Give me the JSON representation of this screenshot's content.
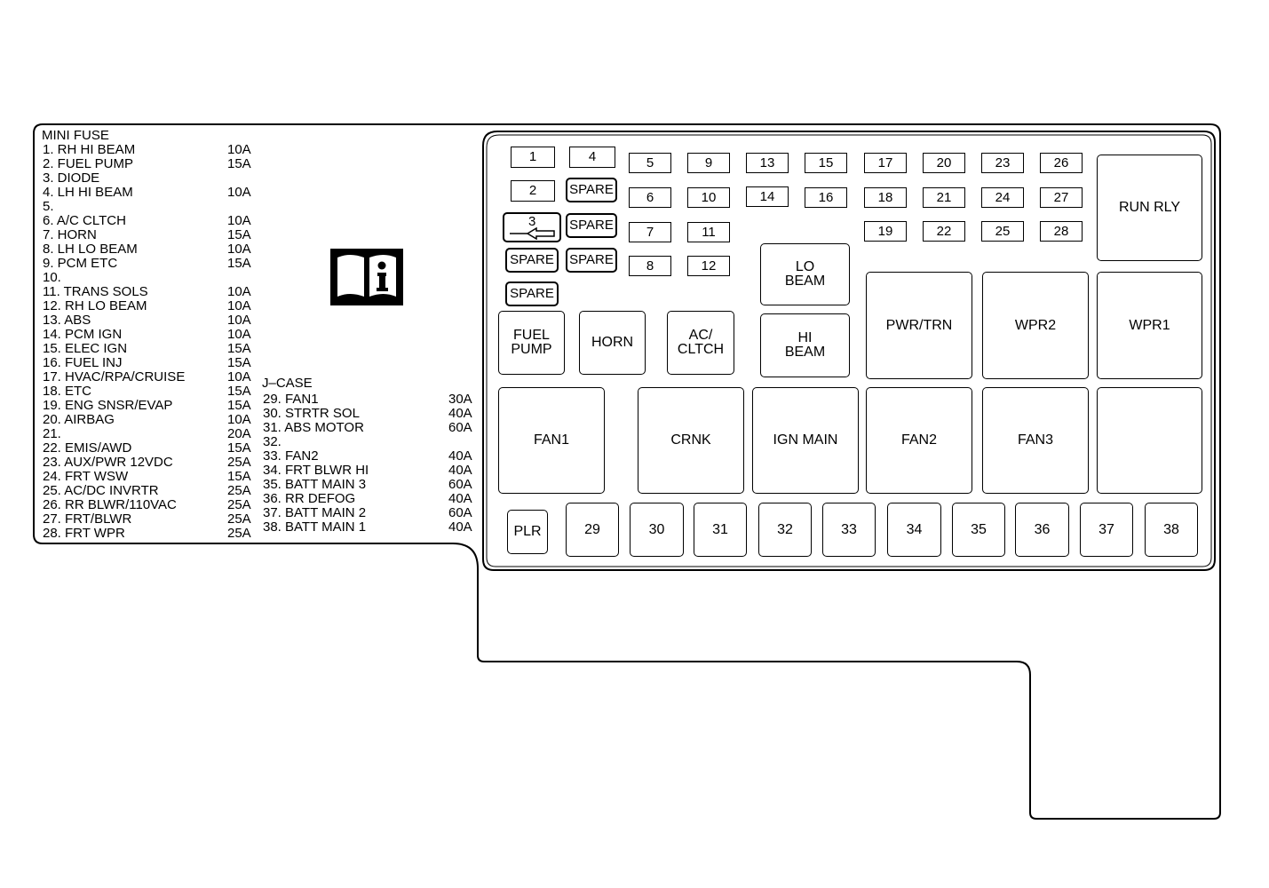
{
  "mini_fuse": {
    "title": "MINI FUSE",
    "rows": [
      {
        "label": "1. RH HI BEAM",
        "amp": "10A"
      },
      {
        "label": "2. FUEL PUMP",
        "amp": "15A"
      },
      {
        "label": "3. DIODE",
        "amp": ""
      },
      {
        "label": "4. LH HI BEAM",
        "amp": "10A"
      },
      {
        "label": "5.",
        "amp": ""
      },
      {
        "label": "6. A/C CLTCH",
        "amp": "10A"
      },
      {
        "label": "7. HORN",
        "amp": "15A"
      },
      {
        "label": "8. LH LO BEAM",
        "amp": "10A"
      },
      {
        "label": "9. PCM ETC",
        "amp": "15A"
      },
      {
        "label": "10.",
        "amp": ""
      },
      {
        "label": "11. TRANS SOLS",
        "amp": "10A"
      },
      {
        "label": "12. RH LO BEAM",
        "amp": "10A"
      },
      {
        "label": "13. ABS",
        "amp": "10A"
      },
      {
        "label": "14. PCM IGN",
        "amp": "10A"
      },
      {
        "label": "15. ELEC IGN",
        "amp": "15A"
      },
      {
        "label": "16. FUEL INJ",
        "amp": "15A"
      },
      {
        "label": "17. HVAC/RPA/CRUISE",
        "amp": "10A"
      },
      {
        "label": "18. ETC",
        "amp": "15A"
      },
      {
        "label": "19. ENG SNSR/EVAP",
        "amp": "15A"
      },
      {
        "label": "20. AIRBAG",
        "amp": "10A"
      },
      {
        "label": "21.",
        "amp": "20A"
      },
      {
        "label": "22. EMIS/AWD",
        "amp": "15A"
      },
      {
        "label": "23. AUX/PWR 12VDC",
        "amp": "25A"
      },
      {
        "label": "24. FRT WSW",
        "amp": "15A"
      },
      {
        "label": "25. AC/DC INVRTR",
        "amp": "25A"
      },
      {
        "label": "26. RR BLWR/110VAC",
        "amp": "25A"
      },
      {
        "label": "27. FRT/BLWR",
        "amp": "25A"
      },
      {
        "label": "28. FRT WPR",
        "amp": "25A"
      }
    ]
  },
  "j_case": {
    "title": "J–CASE",
    "rows": [
      {
        "label": "29. FAN1",
        "amp": "30A"
      },
      {
        "label": "30. STRTR SOL",
        "amp": "40A"
      },
      {
        "label": "31. ABS MOTOR",
        "amp": "60A"
      },
      {
        "label": "32.",
        "amp": ""
      },
      {
        "label": "33. FAN2",
        "amp": "40A"
      },
      {
        "label": "34. FRT BLWR HI",
        "amp": "40A"
      },
      {
        "label": "35. BATT MAIN 3",
        "amp": "60A"
      },
      {
        "label": "36. RR DEFOG",
        "amp": "40A"
      },
      {
        "label": "37. BATT MAIN 2",
        "amp": "60A"
      },
      {
        "label": "38. BATT MAIN 1",
        "amp": "40A"
      }
    ]
  },
  "manual_icon": "owner-manual-info-icon",
  "box": {
    "mini_fuses": [
      "1",
      "2",
      "4",
      "5",
      "6",
      "7",
      "8",
      "9",
      "10",
      "11",
      "12",
      "13",
      "14",
      "15",
      "16",
      "17",
      "18",
      "19",
      "20",
      "21",
      "22",
      "23",
      "24",
      "25",
      "26",
      "27",
      "28"
    ],
    "diode": "3",
    "spare": "SPARE",
    "relays": {
      "run_rly": "RUN RLY",
      "lo_beam": "LO\nBEAM",
      "hi_beam": "HI\nBEAM",
      "fuel_pump": "FUEL\nPUMP",
      "horn": "HORN",
      "ac_cltch": "AC/\nCLTCH",
      "pwr_trn": "PWR/TRN",
      "wpr2": "WPR2",
      "wpr1": "WPR1",
      "fan1": "FAN1",
      "crnk": "CRNK",
      "ign_main": "IGN MAIN",
      "fan2": "FAN2",
      "fan3": "FAN3",
      "empty": ""
    },
    "plr": "PLR",
    "jcase_fuses": [
      "29",
      "30",
      "31",
      "32",
      "33",
      "34",
      "35",
      "36",
      "37",
      "38"
    ]
  }
}
